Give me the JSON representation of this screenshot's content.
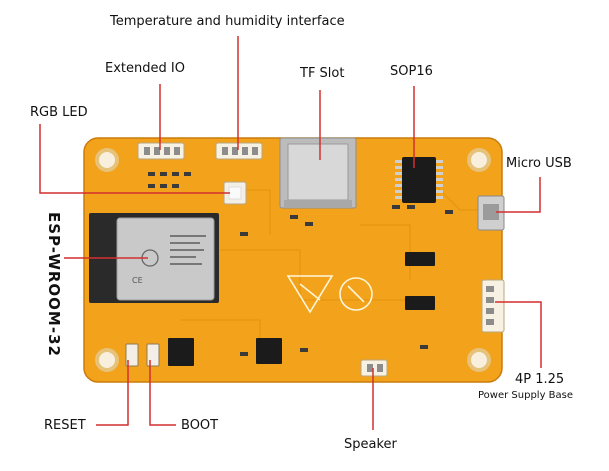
{
  "labels": {
    "temperature_humidity": "Temperature and humidity interface",
    "extended_io": "Extended IO",
    "tf_slot": "TF Slot",
    "sop16": "SOP16",
    "rgb_led": "RGB LED",
    "micro_usb": "Micro USB",
    "esp_module": "ESP-WROOM-32",
    "power_connector": "4P 1.25",
    "power_connector_sub": "Power Supply Base",
    "reset": "RESET",
    "boot": "BOOT",
    "speaker": "Speaker"
  },
  "colors": {
    "pcb": "#f3a21b",
    "pcb_dark": "#d98b12",
    "callout_line": "#d32f2f",
    "silk": "#fff6d8",
    "chip": "#1b1b1b"
  },
  "icons": [
    "wifi-logo-icon",
    "ce-logo-icon",
    "triangle-logo-icon",
    "rohs-logo-icon"
  ]
}
